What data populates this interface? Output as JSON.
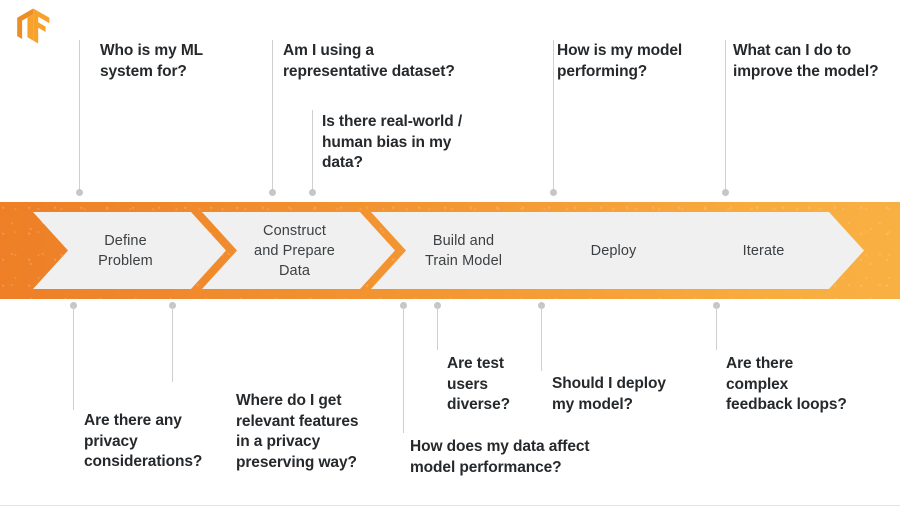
{
  "brand": {
    "logo_icon": "tensorflow-logo",
    "colors": {
      "band_start": "#EE7F26",
      "band_end": "#F9B043",
      "chevron_fill": "#F0F0F0",
      "text": "#26292C",
      "connector": "#CFCFCF"
    }
  },
  "process": {
    "stages": [
      {
        "label": "Define\nProblem"
      },
      {
        "label": "Construct\nand Prepare\nData"
      },
      {
        "label": "Build and\nTrain Model"
      },
      {
        "label": "Deploy"
      },
      {
        "label": "Iterate"
      }
    ]
  },
  "callouts_top": [
    {
      "text": "Who is my ML\nsystem for?"
    },
    {
      "text": "Am I using a\nrepresentative dataset?"
    },
    {
      "text": "Is there real-world /\nhuman bias in my\ndata?"
    },
    {
      "text": "How is my model\nperforming?"
    },
    {
      "text": "What can I do to\nimprove the model?"
    }
  ],
  "callouts_bottom": [
    {
      "text": "Are there any\nprivacy\nconsiderations?"
    },
    {
      "text": "Where do I get\nrelevant features\nin a privacy\npreserving way?"
    },
    {
      "text": "Are test\nusers\ndiverse?"
    },
    {
      "text": "How does my data affect\nmodel performance?"
    },
    {
      "text": "Should I deploy\nmy model?"
    },
    {
      "text": "Are there\ncomplex\nfeedback loops?"
    }
  ]
}
